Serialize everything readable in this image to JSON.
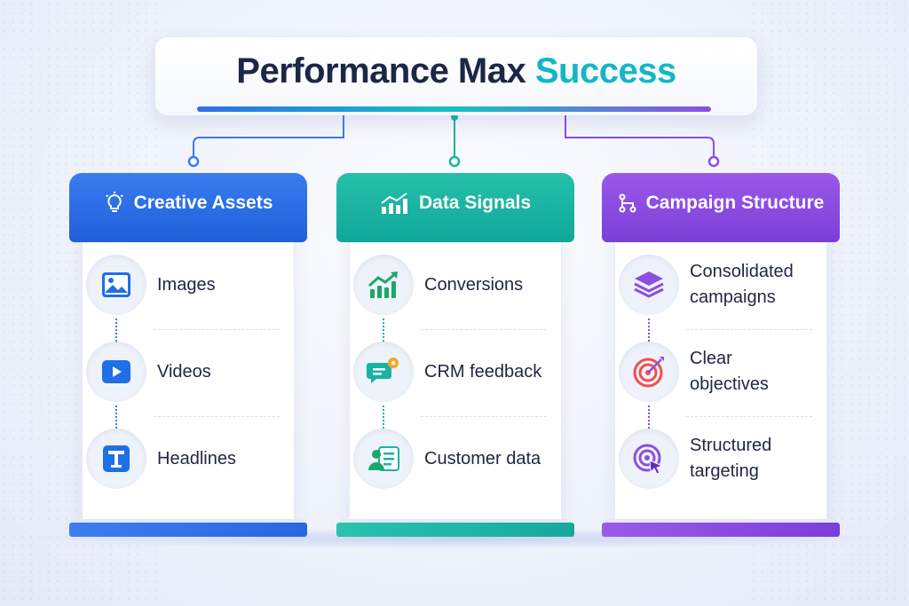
{
  "title": {
    "part1": "Performance Max",
    "part2": "Success"
  },
  "colors": {
    "title_dark": "#1c2647",
    "title_accent": "#14b6c6",
    "blue": "#1f5fd9",
    "teal": "#10a79b",
    "purple": "#7c3fd7"
  },
  "columns": [
    {
      "title": "Creative Assets",
      "icon": "lightbulb-icon",
      "items": [
        {
          "label": "Images",
          "icon": "image-icon"
        },
        {
          "label": "Videos",
          "icon": "video-play-icon"
        },
        {
          "label": "Headlines",
          "icon": "text-headline-icon"
        }
      ]
    },
    {
      "title": "Data Signals",
      "icon": "bar-chart-growth-icon",
      "items": [
        {
          "label": "Conversions",
          "icon": "growth-chart-icon"
        },
        {
          "label": "CRM feedback",
          "icon": "chat-gear-icon"
        },
        {
          "label": "Customer data",
          "icon": "customer-profile-icon"
        }
      ]
    },
    {
      "title": "Campaign Structure",
      "icon": "hierarchy-icon",
      "items": [
        {
          "label": "Consolidated campaigns",
          "icon": "layers-icon"
        },
        {
          "label": "Clear objectives",
          "icon": "target-icon"
        },
        {
          "label": "Structured targeting",
          "icon": "targeting-cursor-icon"
        }
      ]
    }
  ]
}
